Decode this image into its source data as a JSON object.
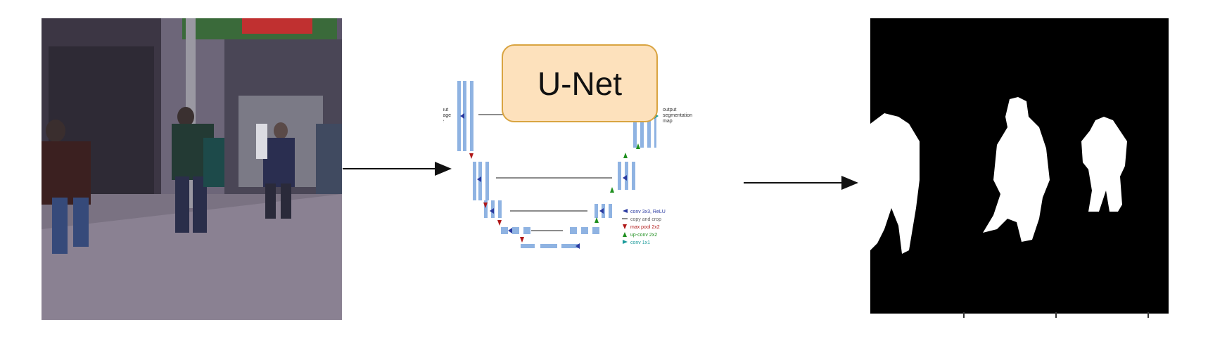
{
  "caption": "",
  "title": "U-Net",
  "unet_labels": {
    "input": [
      "input",
      "image",
      "tile"
    ],
    "output": [
      "output",
      "segmentation",
      "map"
    ]
  },
  "legend": [
    {
      "label": "conv 3x3, ReLU",
      "color": "#2a3aa0"
    },
    {
      "label": "copy and crop",
      "color": "#8c8c8c"
    },
    {
      "label": "max pool 2x2",
      "color": "#b01818"
    },
    {
      "label": "up-conv 2x2",
      "color": "#1f8f1f"
    },
    {
      "label": "conv 1x1",
      "color": "#1a9a9a"
    }
  ],
  "colors": {
    "block": "#8fb3e2",
    "title_fill": "#fde1bc",
    "title_border": "#d9a441"
  }
}
